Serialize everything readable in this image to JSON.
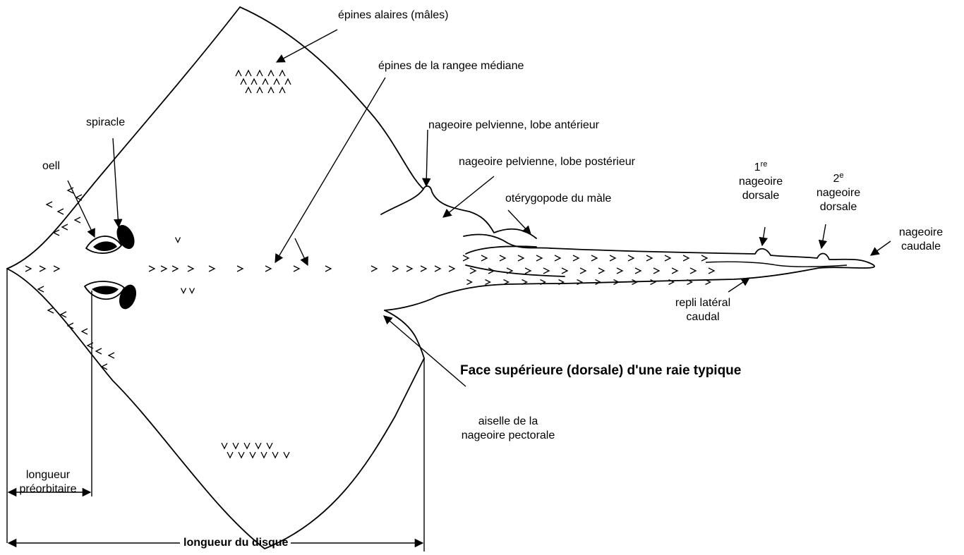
{
  "title": "Face supérieure (dorsale) d'une raie typique",
  "labels": {
    "epines_alaires": "épines alaires (mâles)",
    "epines_rangee": "épines de la rangee médiane",
    "spiracle": "spiracle",
    "oeil": "oell",
    "pelvienne_anterieur": "nageoire pelvienne, lobe antérieur",
    "pelvienne_posterieur": "nageoire pelvienne, lobe postérieur",
    "pterygopode": "otérygopode du màle",
    "dorsale1_num": "1",
    "dorsale1_sup": "re",
    "dorsale1_line1": "nageoire",
    "dorsale1_line2": "dorsale",
    "dorsale2_num": "2",
    "dorsale2_sup": "e",
    "dorsale2_line1": "nageoire",
    "dorsale2_line2": "dorsale",
    "caudale_line1": "nageoire",
    "caudale_line2": "caudale",
    "repli_line1": "repli latéral",
    "repli_line2": "caudal",
    "aiselle_line1": "aiselle de la",
    "aiselle_line2": "nageoire pectorale",
    "preorb_line1": "longueur",
    "preorb_line2": "préorbitaire",
    "disque": "longueur du disque"
  }
}
